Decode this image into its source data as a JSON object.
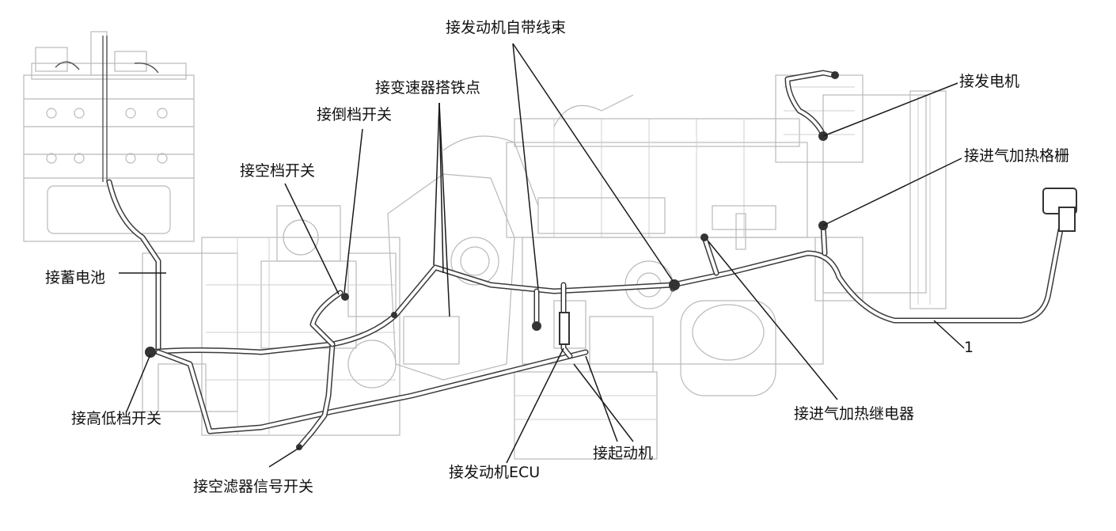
{
  "labels": {
    "engine_harness": "接发动机自带线束",
    "transmission_ground": "接变速器搭铁点",
    "reverse_switch": "接倒档开关",
    "neutral_switch": "接空档开关",
    "battery": "接蓄电池",
    "hi_lo_switch": "接高低档开关",
    "air_filter_switch": "接空滤器信号开关",
    "engine_ecu": "接发动机ECU",
    "starter": "接起动机",
    "intake_heater_relay": "接进气加热继电器",
    "harness_number": "1",
    "intake_heater_grid": "接进气加热格栅",
    "generator": "接发电机"
  }
}
